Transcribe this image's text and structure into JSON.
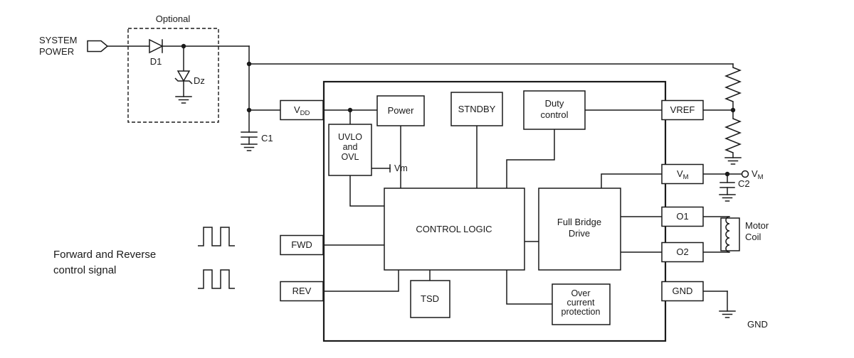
{
  "power_input": {
    "label_line1": "SYSTEM",
    "label_line2": "POWER",
    "optional_label": "Optional",
    "diode_label": "D1",
    "zener_label": "Dz",
    "cap_label": "C1"
  },
  "control_input": {
    "label_line1": "Forward and Reverse",
    "label_line2": "control signal"
  },
  "ic": {
    "pins": {
      "vdd": {
        "main": "V",
        "sub": "DD"
      },
      "fwd": "FWD",
      "rev": "REV",
      "vref": "VREF",
      "vm": {
        "main": "V",
        "sub": "M"
      },
      "o1": "O1",
      "o2": "O2",
      "gnd": "GND"
    },
    "blocks": {
      "power": "Power",
      "uvlo_line1": "UVLO",
      "uvlo_line2": "and",
      "uvlo_line3": "OVL",
      "stndby": "STNDBY",
      "duty_line1": "Duty",
      "duty_line2": "control",
      "control_logic": "CONTROL LOGIC",
      "full_bridge_line1": "Full Bridge",
      "full_bridge_line2": "Drive",
      "tsd": "TSD",
      "ocp_line1": "Over",
      "ocp_line2": "current",
      "ocp_line3": "protection"
    },
    "vm_internal_label": "Vm"
  },
  "output_side": {
    "vm_terminal": {
      "main": "V",
      "sub": "M"
    },
    "cap_label": "C2",
    "motor_line1": "Motor",
    "motor_line2": "Coil",
    "gnd_label": "GND"
  },
  "colors": {
    "stroke": "#1a1a1a",
    "background": "#ffffff"
  }
}
